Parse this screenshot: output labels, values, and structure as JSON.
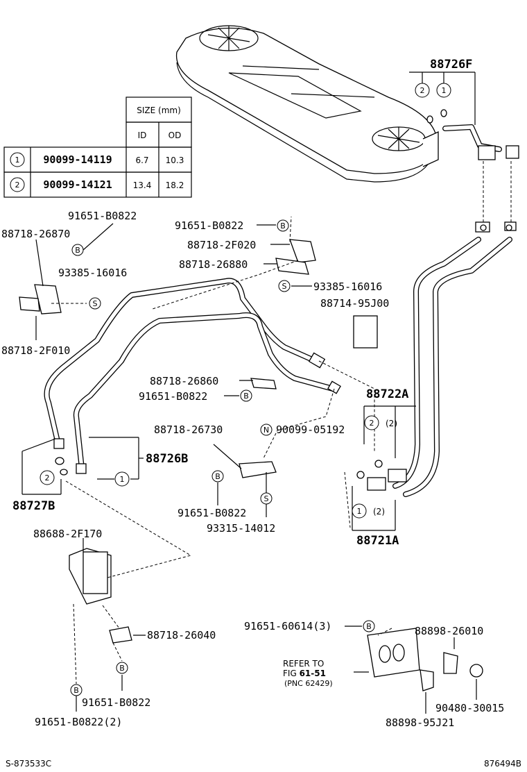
{
  "table": {
    "size_header": "SIZE (mm)",
    "col_id": "ID",
    "col_od": "OD",
    "rows": [
      {
        "key": "1",
        "part": "90099-14119",
        "id": "6.7",
        "od": "10.3"
      },
      {
        "key": "2",
        "part": "90099-14121",
        "id": "13.4",
        "od": "18.2"
      }
    ]
  },
  "labels": {
    "p88726F": "88726F",
    "p91651_B0822_a": "91651-B0822",
    "p88718_26870": "88718-26870",
    "p93385_16016_a": "93385-16016",
    "p88718_2F010": "88718-2F010",
    "p91651_B0822_b": "91651-B0822",
    "p88718_2F020": "88718-2F020",
    "p88718_26880": "88718-26880",
    "p93385_16016_b": "93385-16016",
    "p88714_95J00": "88714-95J00",
    "p88718_26860": "88718-26860",
    "p91651_B0822_c": "91651-B0822",
    "p88722A": "88722A",
    "p88718_26730": "88718-26730",
    "p90099_05192": "90099-05192",
    "p88726B": "88726B",
    "p88727B": "88727B",
    "p91651_B0822_d": "91651-B0822",
    "p93315_14012": "93315-14012",
    "p88721A": "88721A",
    "p88688_2F170": "88688-2F170",
    "p88718_26040": "88718-26040",
    "p91651_B0822_e": "91651-B0822",
    "p91651_B0822_2": "91651-B0822(2)",
    "p91651_60614": "91651-60614(3)",
    "p88898_26010": "88898-26010",
    "p90480_30015": "90480-30015",
    "p88898_95J21": "88898-95J21",
    "qty2": "(2)",
    "refer1": "REFER TO",
    "refer2_prefix": "FIG ",
    "refer2_fig": "61-51",
    "refer3": "(PNC 62429)"
  },
  "markers": {
    "one": "1",
    "two": "2",
    "B": "B",
    "S": "S",
    "N": "N"
  },
  "footer": {
    "left": "S-873533C",
    "right": "876494B"
  }
}
